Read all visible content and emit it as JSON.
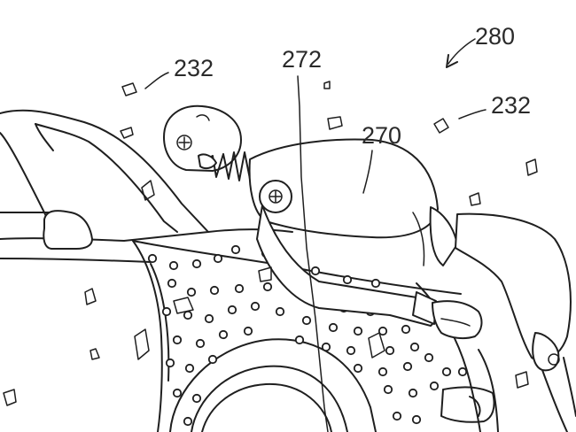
{
  "figure": {
    "labels": {
      "assembly": "280",
      "body": "270",
      "adhesive_layer": "272",
      "particles_left": "232",
      "particles_right": "232"
    }
  },
  "colors": {
    "line": "#1f1f1f",
    "background": "#ffffff",
    "label": "#2a2a2a"
  }
}
